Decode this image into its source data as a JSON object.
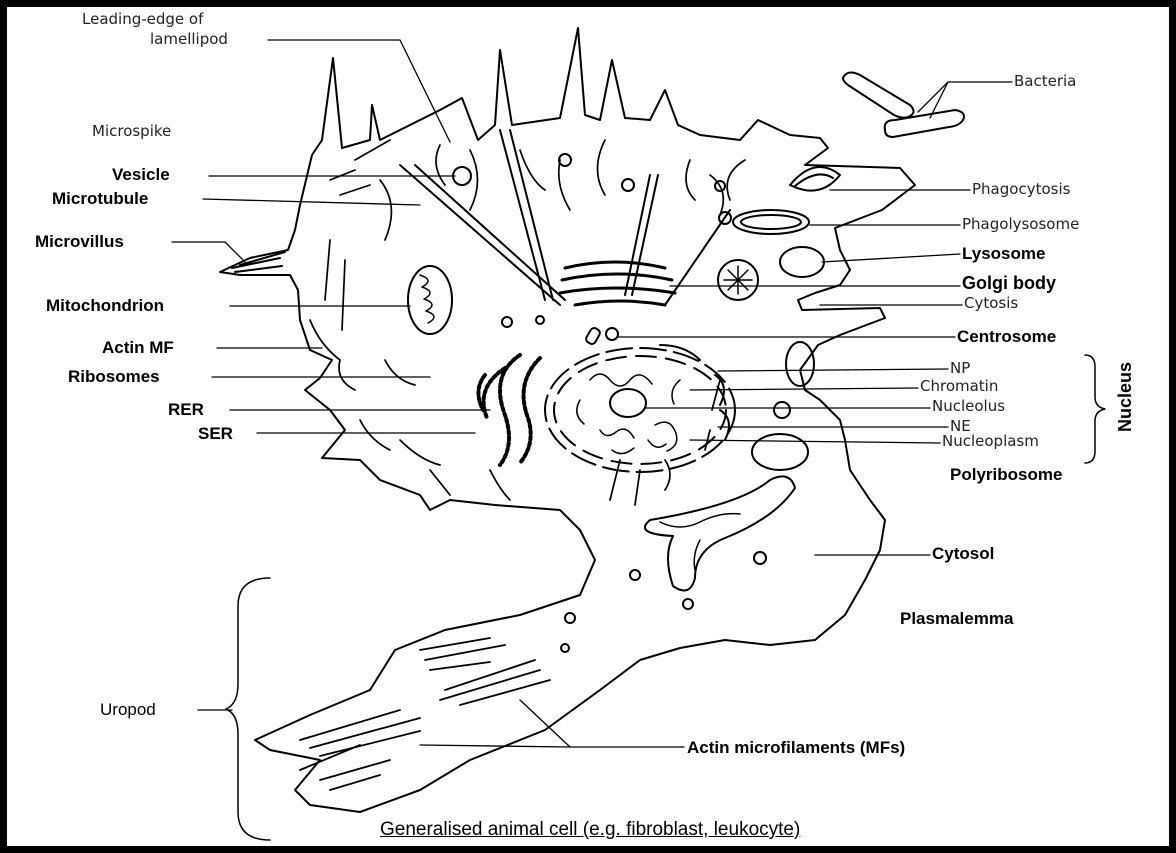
{
  "caption": "Generalised animal cell (e.g. fibroblast, leukocyte)",
  "nucleus_group_label": "Nucleus",
  "labels": {
    "leading_edge_line1": "Leading-edge of",
    "leading_edge_line2": "lamellipod",
    "microspike": "Microspike",
    "vesicle": "Vesicle",
    "microtubule": "Microtubule",
    "microvillus": "Microvillus",
    "mitochondrion": "Mitochondrion",
    "actin_mf": "Actin MF",
    "ribosomes": "Ribosomes",
    "rer": "RER",
    "ser": "SER",
    "uropod": "Uropod",
    "bacteria": "Bacteria",
    "phagocytosis": "Phagocytosis",
    "phagolysosome": "Phagolysosome",
    "lysosome": "Lysosome",
    "golgi_body": "Golgi body",
    "cytosis": "Cytosis",
    "centrosome": "Centrosome",
    "np": "NP",
    "chromatin": "Chromatin",
    "nucleolus": "Nucleolus",
    "ne": "NE",
    "nucleoplasm": "Nucleoplasm",
    "polyribosome": "Polyribosome",
    "cytosol": "Cytosol",
    "plasmalemma": "Plasmalemma",
    "actin_microfilaments": "Actin microfilaments (MFs)"
  }
}
